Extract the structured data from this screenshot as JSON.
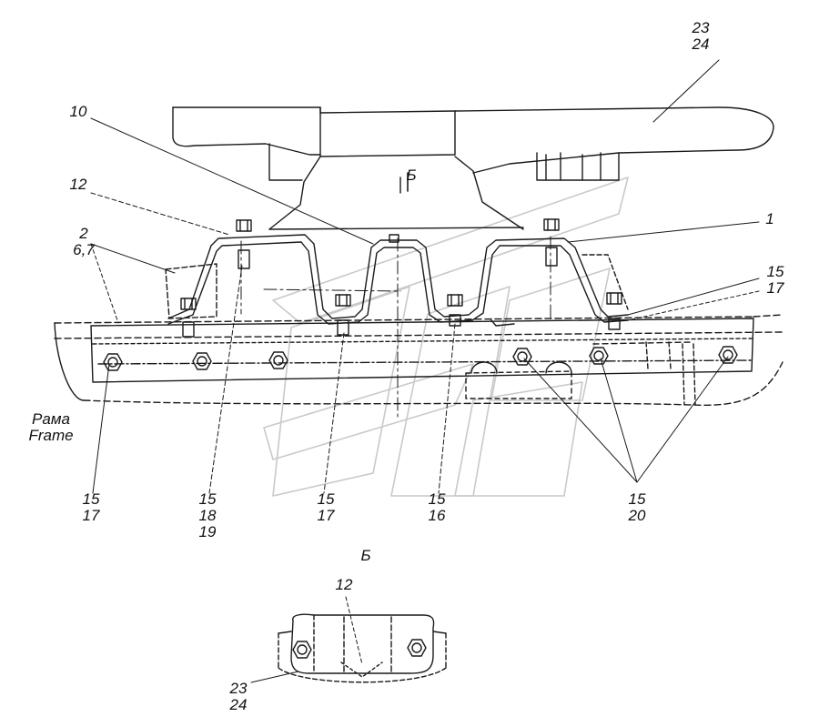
{
  "callouts": {
    "c23_24": [
      "23",
      "24"
    ],
    "c10": [
      "10"
    ],
    "c12": [
      "12"
    ],
    "c2_67": [
      "2",
      "6,7"
    ],
    "c1": [
      "1"
    ],
    "c15_17_right": [
      "15",
      "17"
    ],
    "c15_17_left": [
      "15",
      "17"
    ],
    "c15_18_19": [
      "15",
      "18",
      "19"
    ],
    "c15_17_mid": [
      "15",
      "17"
    ],
    "c15_16": [
      "15",
      "16"
    ],
    "c15_20": [
      "15",
      "20"
    ],
    "view_b_bottom": {
      "c12": [
        "12"
      ],
      "c23_24": [
        "23",
        "24"
      ]
    }
  },
  "frame_label": [
    "Рама",
    "Frame"
  ],
  "view_marker": "Б",
  "view_title": "Б"
}
